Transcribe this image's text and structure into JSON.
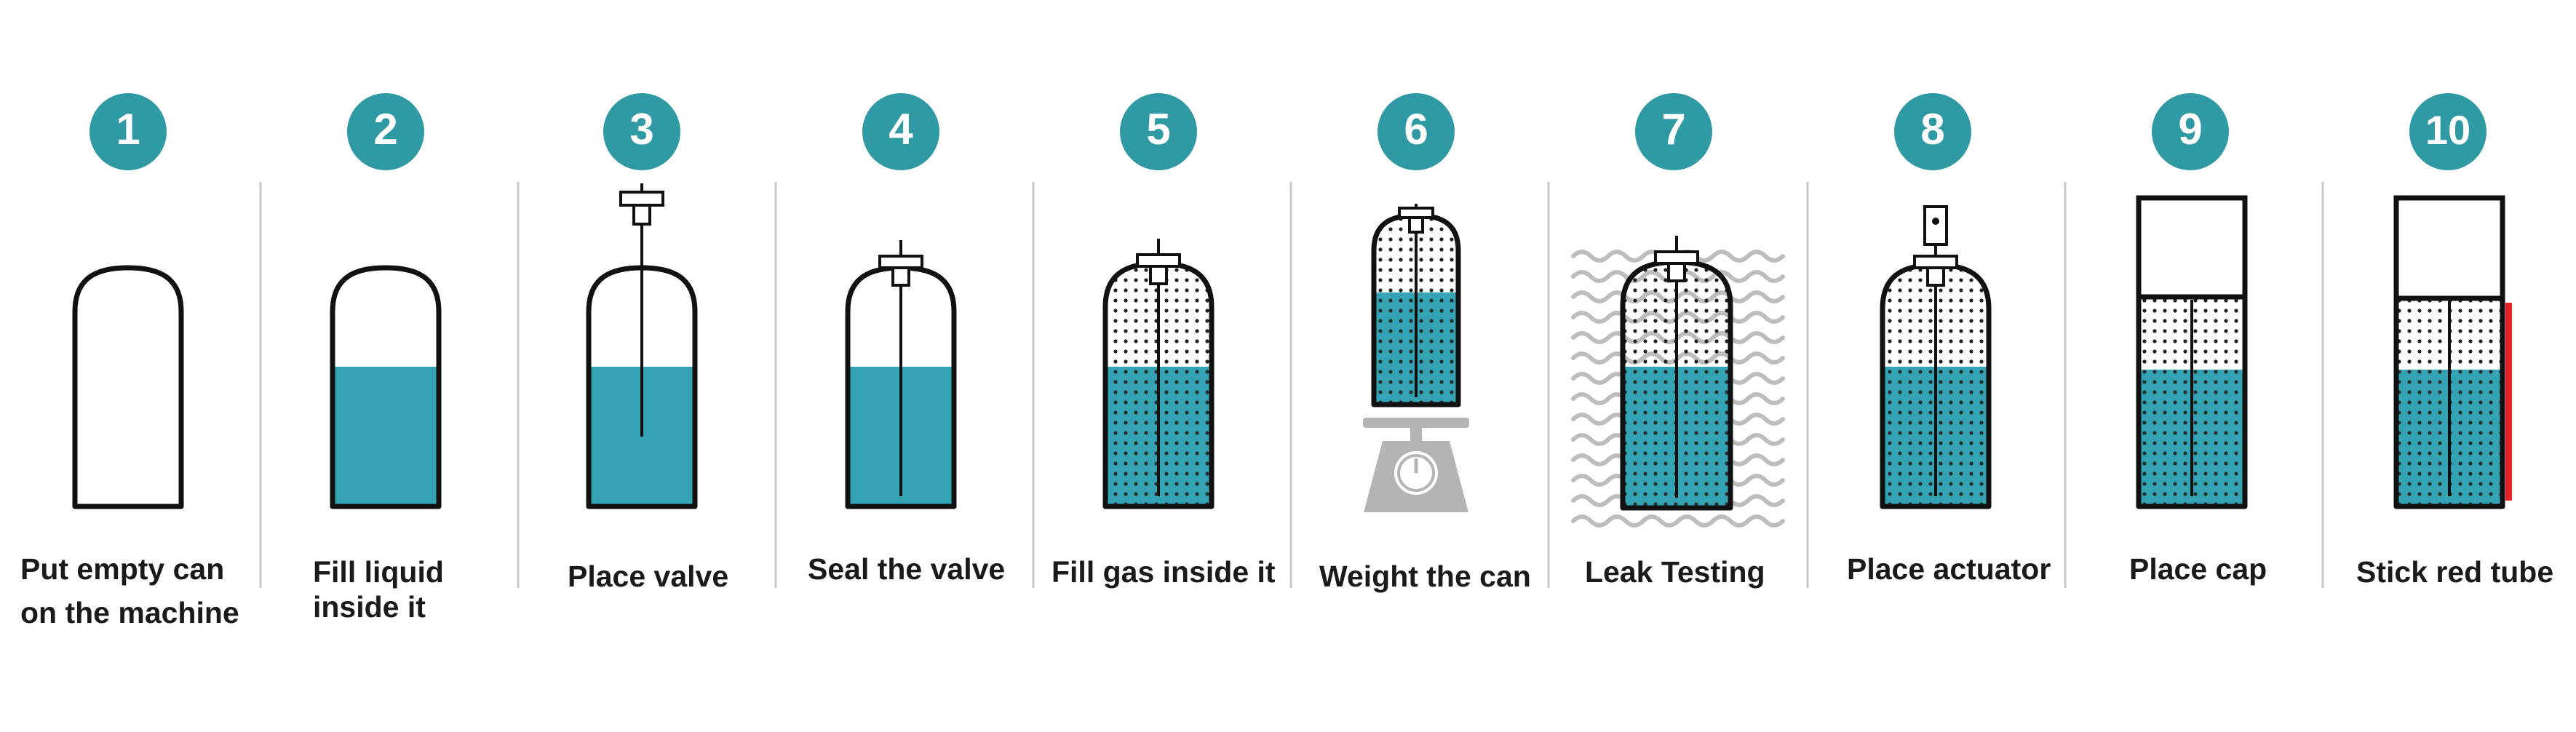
{
  "colors": {
    "badge": "#2f9aa3",
    "liquid": "#34a4b4",
    "outline": "#111111",
    "gas_dots": "#222222",
    "divider": "#c8c8c8",
    "waves": "#bdbdbd",
    "scale": "#b4b4b4",
    "red_tube": "#e8202a"
  },
  "steps": [
    {
      "number": "1",
      "label_lines": [
        "Put empty can",
        "on the machine"
      ]
    },
    {
      "number": "2",
      "label_lines": [
        "Fill liquid",
        "inside it"
      ]
    },
    {
      "number": "3",
      "label_lines": [
        "Place valve"
      ]
    },
    {
      "number": "4",
      "label_lines": [
        "Seal the valve"
      ]
    },
    {
      "number": "5",
      "label_lines": [
        "Fill gas inside it"
      ]
    },
    {
      "number": "6",
      "label_lines": [
        "Weight the can"
      ]
    },
    {
      "number": "7",
      "label_lines": [
        "Leak Testing"
      ]
    },
    {
      "number": "8",
      "label_lines": [
        "Place actuator"
      ]
    },
    {
      "number": "9",
      "label_lines": [
        "Place cap"
      ]
    },
    {
      "number": "10",
      "label_lines": [
        "Stick red tube"
      ]
    }
  ],
  "icons": [
    "empty-can-icon",
    "liquid-can-icon",
    "valve-can-icon",
    "sealed-can-icon",
    "gas-can-icon",
    "scale-icon",
    "leak-waves-icon",
    "actuator-can-icon",
    "capped-can-icon",
    "red-tube-can-icon"
  ]
}
